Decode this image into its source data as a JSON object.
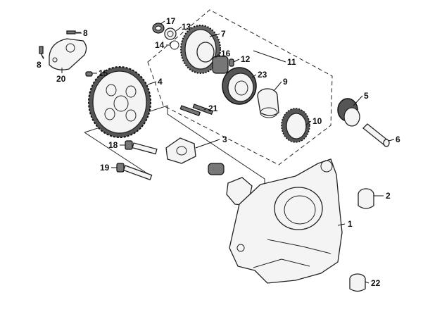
{
  "callouts": [
    {
      "id": "c1",
      "text": "1"
    },
    {
      "id": "c2",
      "text": "2"
    },
    {
      "id": "c3",
      "text": "3"
    },
    {
      "id": "c4",
      "text": "4"
    },
    {
      "id": "c5",
      "text": "5"
    },
    {
      "id": "c6",
      "text": "6"
    },
    {
      "id": "c7",
      "text": "7"
    },
    {
      "id": "c8a",
      "text": "8"
    },
    {
      "id": "c8b",
      "text": "8"
    },
    {
      "id": "c9",
      "text": "9"
    },
    {
      "id": "c10",
      "text": "10"
    },
    {
      "id": "c11",
      "text": "11"
    },
    {
      "id": "c12",
      "text": "12"
    },
    {
      "id": "c13",
      "text": "13"
    },
    {
      "id": "c14",
      "text": "14"
    },
    {
      "id": "c15",
      "text": "15"
    },
    {
      "id": "c16",
      "text": "16"
    },
    {
      "id": "c17",
      "text": "17"
    },
    {
      "id": "c18",
      "text": "18"
    },
    {
      "id": "c19",
      "text": "19"
    },
    {
      "id": "c20",
      "text": "20"
    },
    {
      "id": "c21",
      "text": "21"
    },
    {
      "id": "c22",
      "text": "22"
    },
    {
      "id": "c23",
      "text": "23"
    }
  ]
}
